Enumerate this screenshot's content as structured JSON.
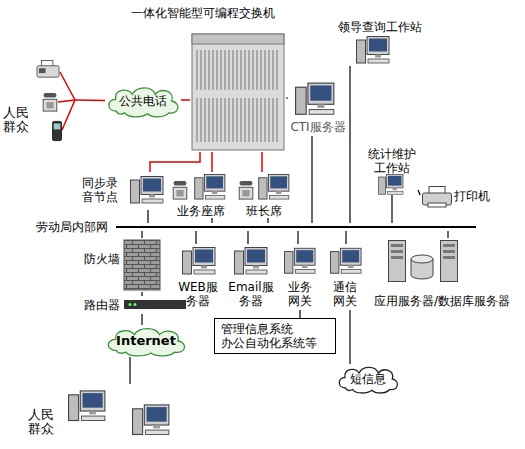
{
  "diagram": {
    "nodes": [
      {
        "text": [
          "一体化智能型可编程交换机"
        ]
      },
      {
        "text": [
          "领导查询工作站"
        ]
      },
      {
        "text": [
          "人民群众"
        ]
      },
      {
        "text": [
          "公共电话"
        ]
      },
      {
        "text": [
          "CTI服务器"
        ]
      },
      {
        "text": [
          "统计维护工作站"
        ]
      },
      {
        "text": [
          "同步录音节点"
        ]
      },
      {
        "text": [
          "业务座席"
        ]
      },
      {
        "text": [
          "班长席"
        ]
      },
      {
        "text": [
          "打印机"
        ]
      },
      {
        "text": [
          "劳动局内部网"
        ]
      },
      {
        "text": [
          "防火墙"
        ]
      },
      {
        "text": [
          "WEB服务器"
        ]
      },
      {
        "text": [
          "Email服务器"
        ]
      },
      {
        "text": [
          "业务网关"
        ]
      },
      {
        "text": [
          "通信网关"
        ]
      },
      {
        "text": [
          "应用服务器/数据库服务器"
        ]
      },
      {
        "text": [
          "路由器"
        ]
      },
      {
        "text": [
          "管理信息系统 办公自动化系统等"
        ]
      },
      {
        "text": [
          "Internet"
        ]
      },
      {
        "text": [
          "短信息"
        ]
      },
      {
        "text": [
          "人民群众"
        ]
      }
    ],
    "edges": [
      {
        "from": 2,
        "to": 3,
        "arrow": "none"
      },
      {
        "from": 3,
        "to": 0,
        "arrow": "none"
      },
      {
        "from": 0,
        "to": 4,
        "arrow": "none"
      },
      {
        "from": 0,
        "to": 6,
        "arrow": "none"
      },
      {
        "from": 0,
        "to": 7,
        "arrow": "none"
      },
      {
        "from": 0,
        "to": 8,
        "arrow": "none"
      },
      {
        "from": 1,
        "to": 10,
        "arrow": "none"
      },
      {
        "from": 4,
        "to": 10,
        "arrow": "none"
      },
      {
        "from": 5,
        "to": 10,
        "arrow": "none"
      },
      {
        "from": 5,
        "to": 9,
        "arrow": "none"
      },
      {
        "from": 6,
        "to": 10,
        "arrow": "none"
      },
      {
        "from": 7,
        "to": 10,
        "arrow": "none"
      },
      {
        "from": 8,
        "to": 10,
        "arrow": "none"
      },
      {
        "from": 10,
        "to": 11,
        "arrow": "none"
      },
      {
        "from": 10,
        "to": 12,
        "arrow": "none"
      },
      {
        "from": 10,
        "to": 13,
        "arrow": "none"
      },
      {
        "from": 10,
        "to": 14,
        "arrow": "none"
      },
      {
        "from": 10,
        "to": 15,
        "arrow": "none"
      },
      {
        "from": 10,
        "to": 16,
        "arrow": "none"
      },
      {
        "from": 11,
        "to": 17,
        "arrow": "none"
      },
      {
        "from": 17,
        "to": 19,
        "arrow": "none"
      },
      {
        "from": 19,
        "to": 21,
        "arrow": "none"
      },
      {
        "from": 14,
        "to": 18,
        "arrow": "none"
      },
      {
        "from": 15,
        "to": 20,
        "arrow": "none"
      }
    ]
  }
}
